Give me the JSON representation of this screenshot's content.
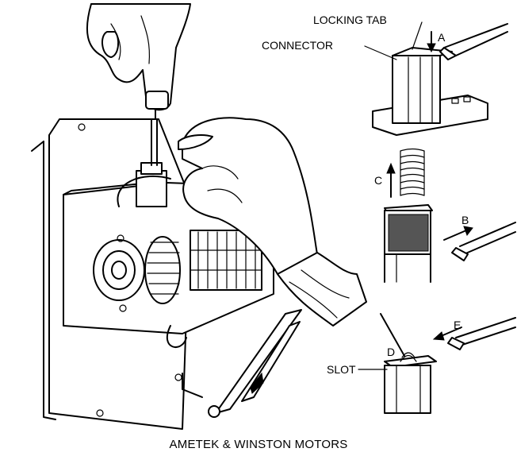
{
  "labels": {
    "locking_tab": "LOCKING TAB",
    "connector": "CONNECTOR",
    "slot": "SLOT",
    "a": "A",
    "b": "B",
    "c": "C",
    "d": "D",
    "e": "E"
  },
  "caption": "AMETEK & WINSTON MOTORS"
}
